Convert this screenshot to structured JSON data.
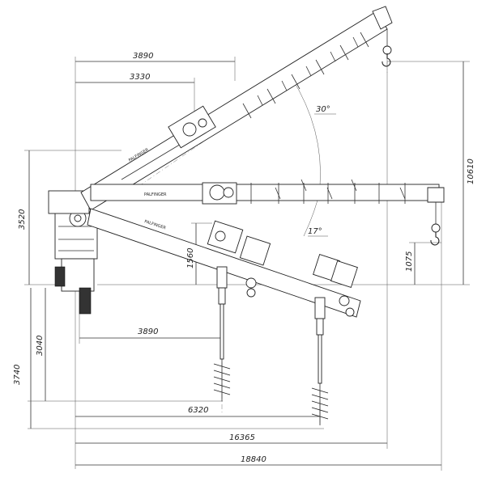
{
  "dimensions": {
    "top_outer_radius": "3890",
    "top_inner_radius": "3330",
    "angle_upper": "30°",
    "angle_lower": "17°",
    "height_total": "10610",
    "left_height": "3520",
    "hook_drop": "1075",
    "pivot_height": "1560",
    "auger_offset": "3890",
    "depth_upper": "3040",
    "depth_lower": "3740",
    "reach_6320": "6320",
    "reach_16365": "16365",
    "reach_18840": "18840"
  },
  "labels": {
    "brand_upper": "PALFINGER",
    "brand_middle": "PALFINGER",
    "brand_lower": "PALFINGER"
  }
}
